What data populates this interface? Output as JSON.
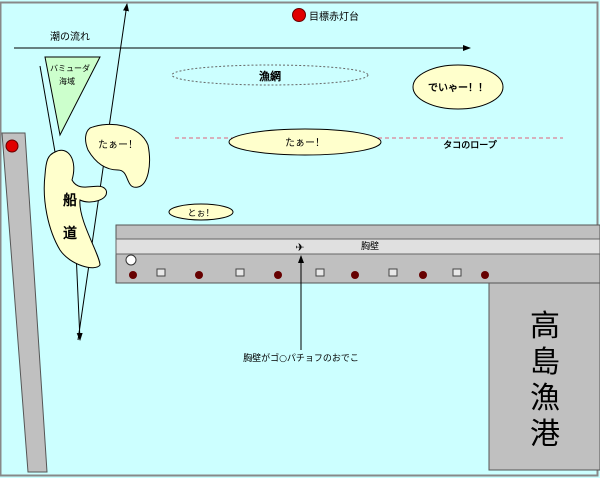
{
  "labels": {
    "current": "潮の流れ",
    "bermuda_line1": "バミューダ",
    "bermuda_line2": "海域",
    "lighthouse": "目標赤灯台",
    "net": "漁網",
    "shout_right": "でいゃー！！",
    "shout_mid": "たぁー！",
    "shout_left": "たぁー！",
    "shout_small": "とぉ！",
    "octopus_rope": "タコのロープ",
    "channel_char1": "船",
    "channel_char2": "道",
    "breakwater": "胸壁",
    "breakwater_note": "胸壁がゴ○パチョフのおでこ",
    "harbor_chars": [
      "高",
      "島",
      "漁",
      "港"
    ]
  },
  "colors": {
    "sea": "#ccffff",
    "pier": "#c0c0c0",
    "land": "#ffffcc",
    "bermuda": "#ccffcc",
    "lamp": "#e00000",
    "bollard": "#660000",
    "rope": "#e0607a"
  }
}
